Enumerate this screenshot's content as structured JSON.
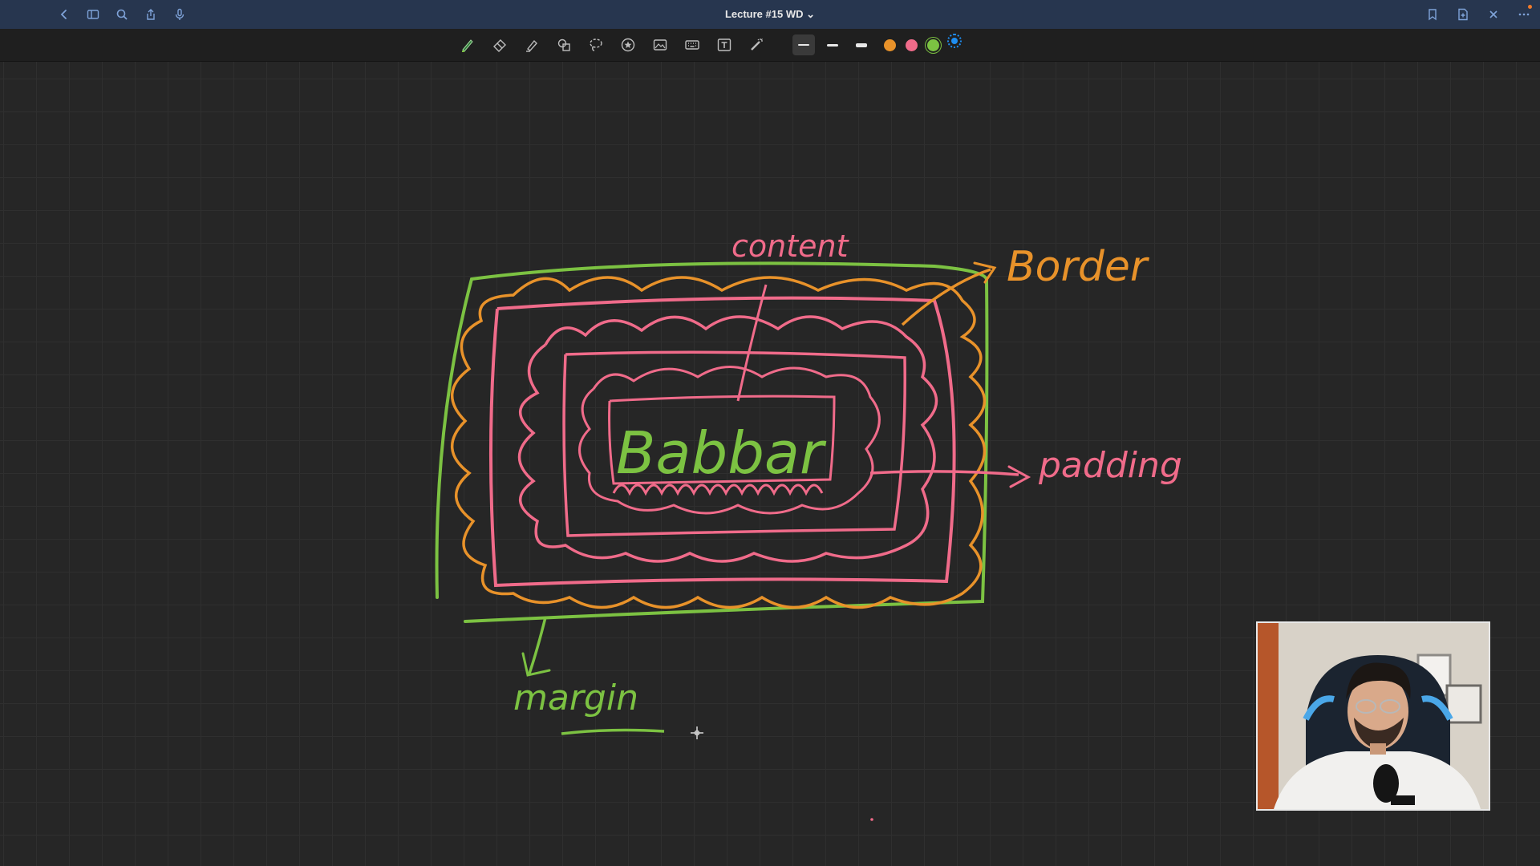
{
  "window": {
    "title": "Lecture #15 WD",
    "title_chevron": "⌄"
  },
  "titlebar_left_icons": [
    "back-icon",
    "sidebar-icon",
    "search-icon",
    "share-icon",
    "microphone-icon"
  ],
  "titlebar_right_icons": [
    "bookmark-icon",
    "add-page-icon",
    "close-icon",
    "more-icon"
  ],
  "tools": [
    "pen-tool-icon",
    "eraser-tool-icon",
    "highlighter-tool-icon",
    "shapes-tool-icon",
    "lasso-tool-icon",
    "elements-tool-icon",
    "image-tool-icon",
    "keyboard-tool-icon",
    "text-tool-icon",
    "laser-pointer-icon"
  ],
  "stroke_widths": [
    "thin",
    "medium",
    "thick"
  ],
  "pen_colors": [
    "#e8922a",
    "#f06b8a",
    "#7cc242",
    "#1f8ef1"
  ],
  "annotations": {
    "content": "content",
    "border": "Border",
    "padding": "padding",
    "margin": "margin",
    "center_word": "Babbar"
  },
  "colors": {
    "margin": "#7cc242",
    "border_scribble": "#e8922a",
    "pink": "#f06b8a"
  },
  "webcam": {
    "label": "presenter video"
  }
}
